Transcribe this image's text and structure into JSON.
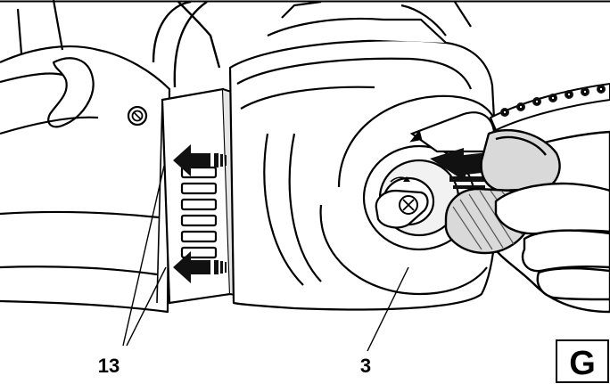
{
  "callouts": {
    "vent_label": "13",
    "cover_label": "3"
  },
  "figure_letter": "G",
  "colors": {
    "line": "#000000",
    "shade": "#d9d9d9",
    "dark": "#111111",
    "paper": "#ffffff"
  },
  "icons": [
    "cover-release-arrow",
    "airflow-arrow",
    "chain-sprocket-nut"
  ]
}
